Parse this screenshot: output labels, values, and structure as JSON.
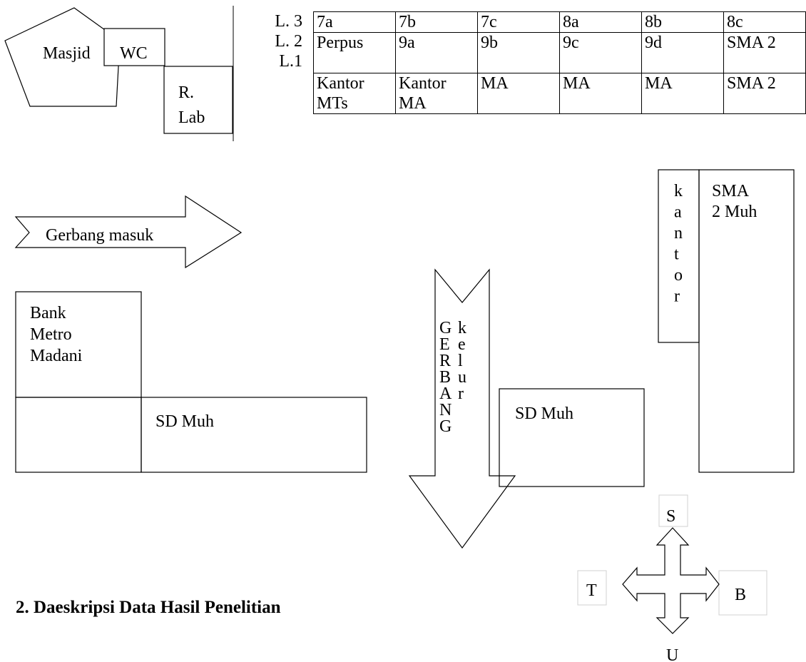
{
  "levels": [
    "L. 3",
    "L. 2",
    "L.1"
  ],
  "floor_table": {
    "rows": [
      [
        "7a",
        "7b",
        "7c",
        "8a",
        "8b",
        "8c"
      ],
      [
        "Perpus",
        "9a",
        "9b",
        "9c",
        "9d",
        "SMA 2"
      ],
      [
        "Kantor MTs",
        "Kantor MA",
        "MA",
        "MA",
        "MA",
        "SMA 2"
      ]
    ]
  },
  "buildings": {
    "masjid": "Masjid",
    "wc": "WC",
    "lab_line1": "R.",
    "lab_line2": "Lab",
    "bank_line1": "Bank",
    "bank_line2": "Metro",
    "bank_line3": "Madani",
    "sd_left": "SD Muh",
    "sd_right": "SD Muh",
    "kantor_letters": [
      "k",
      "a",
      "n",
      "t",
      "o",
      "r"
    ],
    "sma_line1": "SMA",
    "sma_line2": "2 Muh"
  },
  "gates": {
    "entrance": "Gerbang masuk",
    "exit_letters_left": [
      "G",
      "E",
      "R",
      "B",
      "A",
      "N",
      "G"
    ],
    "exit_letters_right": [
      "k",
      "e",
      "l",
      "u",
      "r"
    ]
  },
  "compass": {
    "north": "S",
    "south": "U",
    "west": "T",
    "east": "B"
  },
  "heading": "2.  Daeskripsi Data Hasil Penelitian",
  "colors": {
    "line": "#000000",
    "compass_box": "#d0d0d0"
  }
}
